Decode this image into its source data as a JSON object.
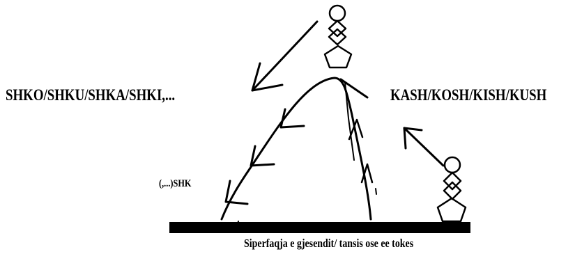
{
  "labels": {
    "left": "SHKO/SHKU/SHKA/SHKI,...",
    "right": "KASH/KOSH/KISH/KUSH",
    "small": "(,...)SHK",
    "bottom": "Siperfaqja e gjesendit/ tansis ose ee tokes"
  },
  "figures": {
    "top_person": "stick-figure-icon",
    "right_person": "stick-figure-icon"
  },
  "colors": {
    "ink": "#000000",
    "background": "#ffffff"
  }
}
